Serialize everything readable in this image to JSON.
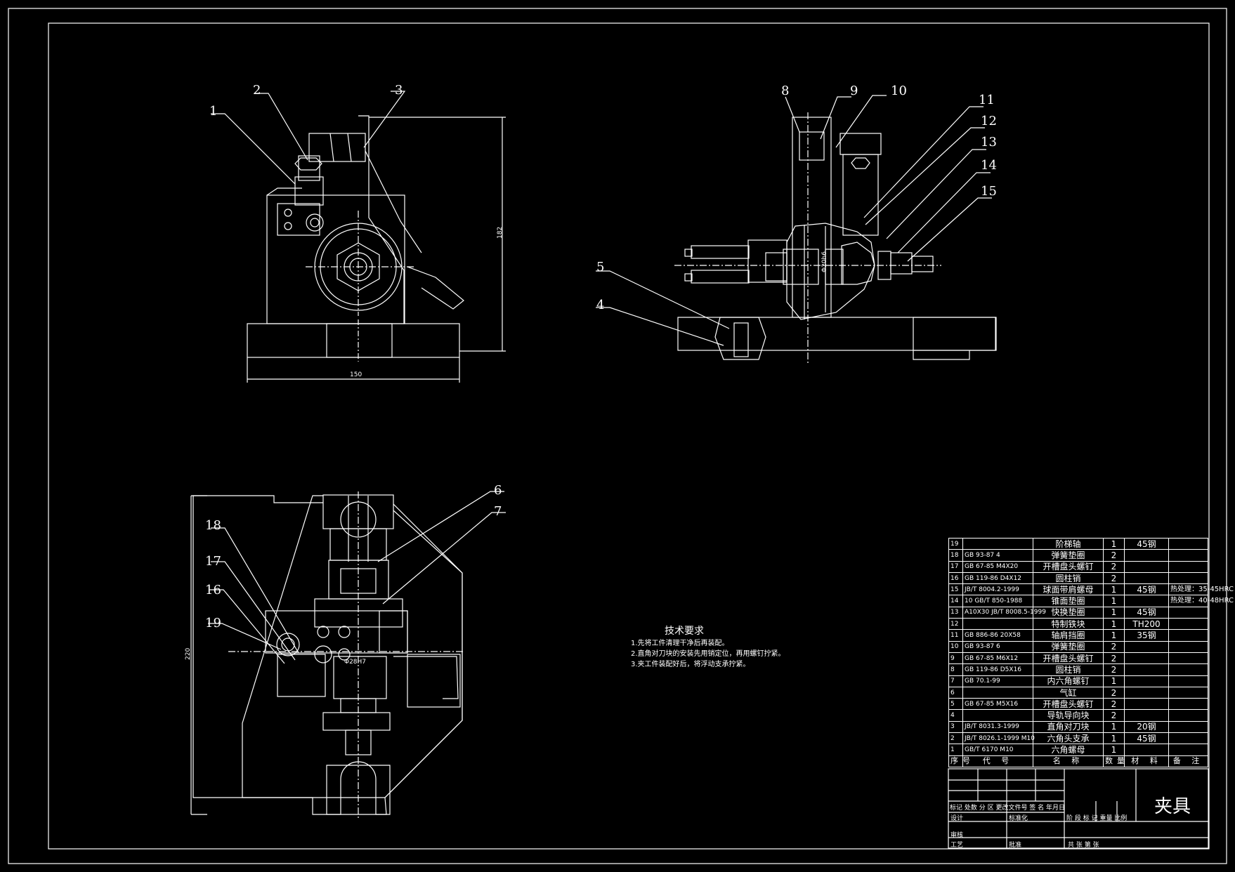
{
  "drawing": {
    "title": "夹具",
    "dimensions": {
      "height": "182",
      "width": "150",
      "side": "220"
    },
    "inner_dim_labels": {
      "cyl": "Φ20h6",
      "shaft": "Φ28H7"
    }
  },
  "balloons": [
    "1",
    "2",
    "3",
    "4",
    "5",
    "6",
    "7",
    "8",
    "9",
    "10",
    "11",
    "12",
    "13",
    "14",
    "15",
    "16",
    "17",
    "18",
    "19"
  ],
  "tech_requirements": {
    "title": "技术要求",
    "items": [
      "1.先将工件清理干净后再装配。",
      "2.直角对刀块的安装先用销定位，再用螺钉拧紧。",
      "3.夹工件装配好后，将浮动支承拧紧。"
    ]
  },
  "bom": [
    {
      "no": "19",
      "code": "",
      "name": "阶梯轴",
      "qty": "1",
      "mat": "45钢",
      "rem": ""
    },
    {
      "no": "18",
      "code": "GB 93-87  4",
      "name": "弹簧垫圈",
      "qty": "2",
      "mat": "",
      "rem": ""
    },
    {
      "no": "17",
      "code": "GB 67-85  M4X20",
      "name": "开槽盘头螺钉",
      "qty": "2",
      "mat": "",
      "rem": ""
    },
    {
      "no": "16",
      "code": "GB 119-86  D4X12",
      "name": "圆柱销",
      "qty": "2",
      "mat": "",
      "rem": ""
    },
    {
      "no": "15",
      "code": "JB/T 8004.2-1999",
      "name": "球面带肩螺母",
      "qty": "1",
      "mat": "45钢",
      "rem": "热处理：35-45HRC"
    },
    {
      "no": "14",
      "code": "10 GB/T 850-1988",
      "name": "锥面垫圈",
      "qty": "1",
      "mat": "",
      "rem": "热处理：40-48HRC"
    },
    {
      "no": "13",
      "code": "A10X30 JB/T 8008.5-1999",
      "name": "快换垫圈",
      "qty": "1",
      "mat": "45钢",
      "rem": ""
    },
    {
      "no": "12",
      "code": "",
      "name": "特制铁块",
      "qty": "1",
      "mat": "TH200",
      "rem": ""
    },
    {
      "no": "11",
      "code": "GB 886-86  20X58",
      "name": "轴肩挡圈",
      "qty": "1",
      "mat": "35钢",
      "rem": ""
    },
    {
      "no": "10",
      "code": "GB 93-87  6",
      "name": "弹簧垫圈",
      "qty": "2",
      "mat": "",
      "rem": ""
    },
    {
      "no": "9",
      "code": "GB 67-85  M6X12",
      "name": "开槽盘头螺钉",
      "qty": "2",
      "mat": "",
      "rem": ""
    },
    {
      "no": "8",
      "code": "GB 119-86  D5X16",
      "name": "圆柱销",
      "qty": "2",
      "mat": "",
      "rem": ""
    },
    {
      "no": "7",
      "code": "GB 70.1-99",
      "name": "内六角螺钉",
      "qty": "1",
      "mat": "",
      "rem": ""
    },
    {
      "no": "6",
      "code": "",
      "name": "气缸",
      "qty": "2",
      "mat": "",
      "rem": ""
    },
    {
      "no": "5",
      "code": "GB 67-85  M5X16",
      "name": "开槽盘头螺钉",
      "qty": "2",
      "mat": "",
      "rem": ""
    },
    {
      "no": "4",
      "code": "",
      "name": "导轨导向块",
      "qty": "2",
      "mat": "",
      "rem": ""
    },
    {
      "no": "3",
      "code": "JB/T 8031.3-1999",
      "name": "直角对刀块",
      "qty": "1",
      "mat": "20钢",
      "rem": ""
    },
    {
      "no": "2",
      "code": "JB/T 8026.1-1999 M10",
      "name": "六角头支承",
      "qty": "1",
      "mat": "45钢",
      "rem": ""
    },
    {
      "no": "1",
      "code": "GB/T 6170  M10",
      "name": "六角螺母",
      "qty": "1",
      "mat": "",
      "rem": ""
    }
  ],
  "bom_header": {
    "no": "序号",
    "code": "代    号",
    "name": "名  称",
    "qty": "数量",
    "mat": "材  料",
    "rem": "备  注"
  },
  "title_block": {
    "row1": "标记 处数 分 区  更改文件号  签 名  年月日",
    "design": "设计",
    "std": "标准化",
    "stage": "阶 段 标 记   重量   比例",
    "review": "审核",
    "process": "工艺",
    "approve": "批准",
    "sheets": "共   张      第   张"
  }
}
